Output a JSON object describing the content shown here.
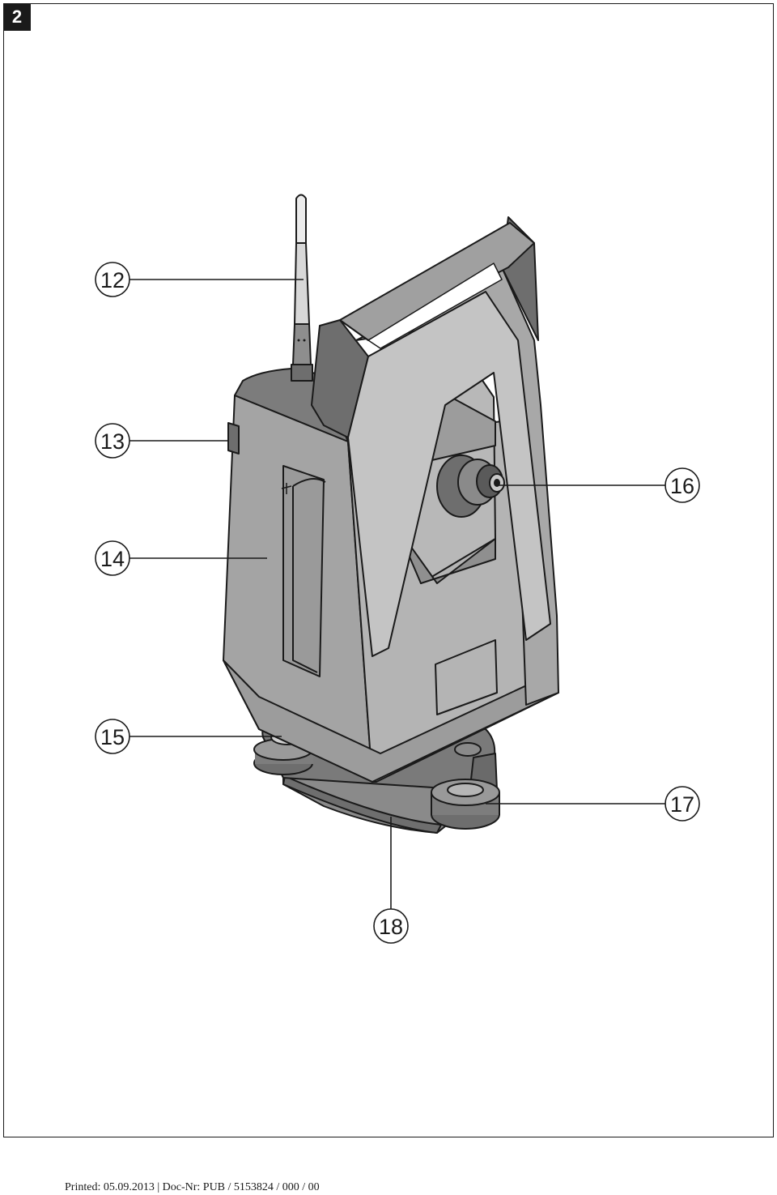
{
  "figure": {
    "number": "2"
  },
  "callouts": [
    {
      "id": "12",
      "label": "12",
      "part": "antenna"
    },
    {
      "id": "13",
      "label": "13",
      "part": "side-latch"
    },
    {
      "id": "14",
      "label": "14",
      "part": "battery-compartment"
    },
    {
      "id": "15",
      "label": "15",
      "part": "circular-level"
    },
    {
      "id": "16",
      "label": "16",
      "part": "focus-knob"
    },
    {
      "id": "17",
      "label": "17",
      "part": "foot-screw"
    },
    {
      "id": "18",
      "label": "18",
      "part": "tribrach-base-plate"
    }
  ],
  "footer": {
    "text": "Printed: 05.09.2013 | Doc-Nr: PUB / 5153824 / 000 / 00"
  },
  "colors": {
    "body": "#a9a9a9",
    "dark": "#6e6e6e",
    "line": "#1a1a1a",
    "light": "#c4c4c4"
  }
}
